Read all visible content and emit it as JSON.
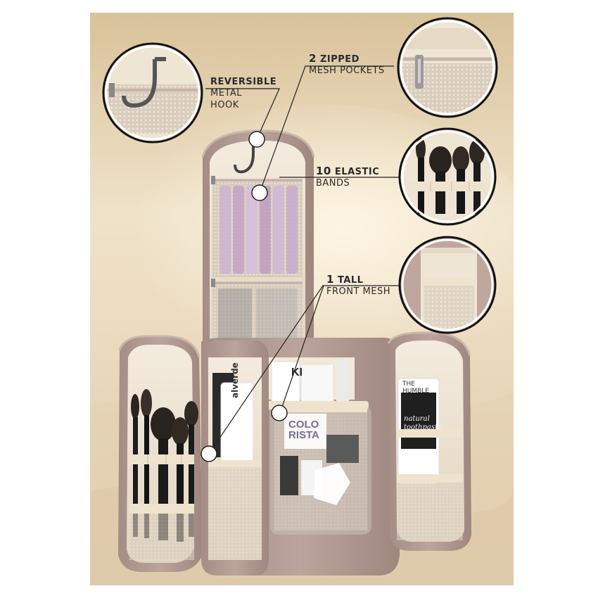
{
  "callouts": {
    "hook": {
      "bold": "REVERSIBLE",
      "light_1": "METAL",
      "light_2": "HOOK"
    },
    "mesh": {
      "num": "2",
      "bold": "ZIPPED",
      "light": "MESH POCKETS"
    },
    "bands": {
      "num": "10",
      "bold": "ELASTIC",
      "light": "BANDS"
    },
    "front": {
      "num": "1",
      "bold": "TALL",
      "light": "FRONT MESH"
    }
  },
  "product_labels": {
    "alverde": "alverde",
    "colorista_1": "COLO",
    "colorista_2": "RISTA",
    "toothpaste_brand_1": "THE",
    "toothpaste_brand_2": "HUMBLE",
    "toothpaste_brand_3": "CO.",
    "toothpaste_name_1": "natural",
    "toothpaste_name_2": "toothpaste",
    "kiko": "KI"
  },
  "colors": {
    "sand": "#e9d9bf",
    "sky": "#f2e6d0",
    "bag_fabric": "#b39c94",
    "bag_lining": "#efe6d6",
    "zipper": "#c9b7ab",
    "circle_border": "#111111"
  }
}
